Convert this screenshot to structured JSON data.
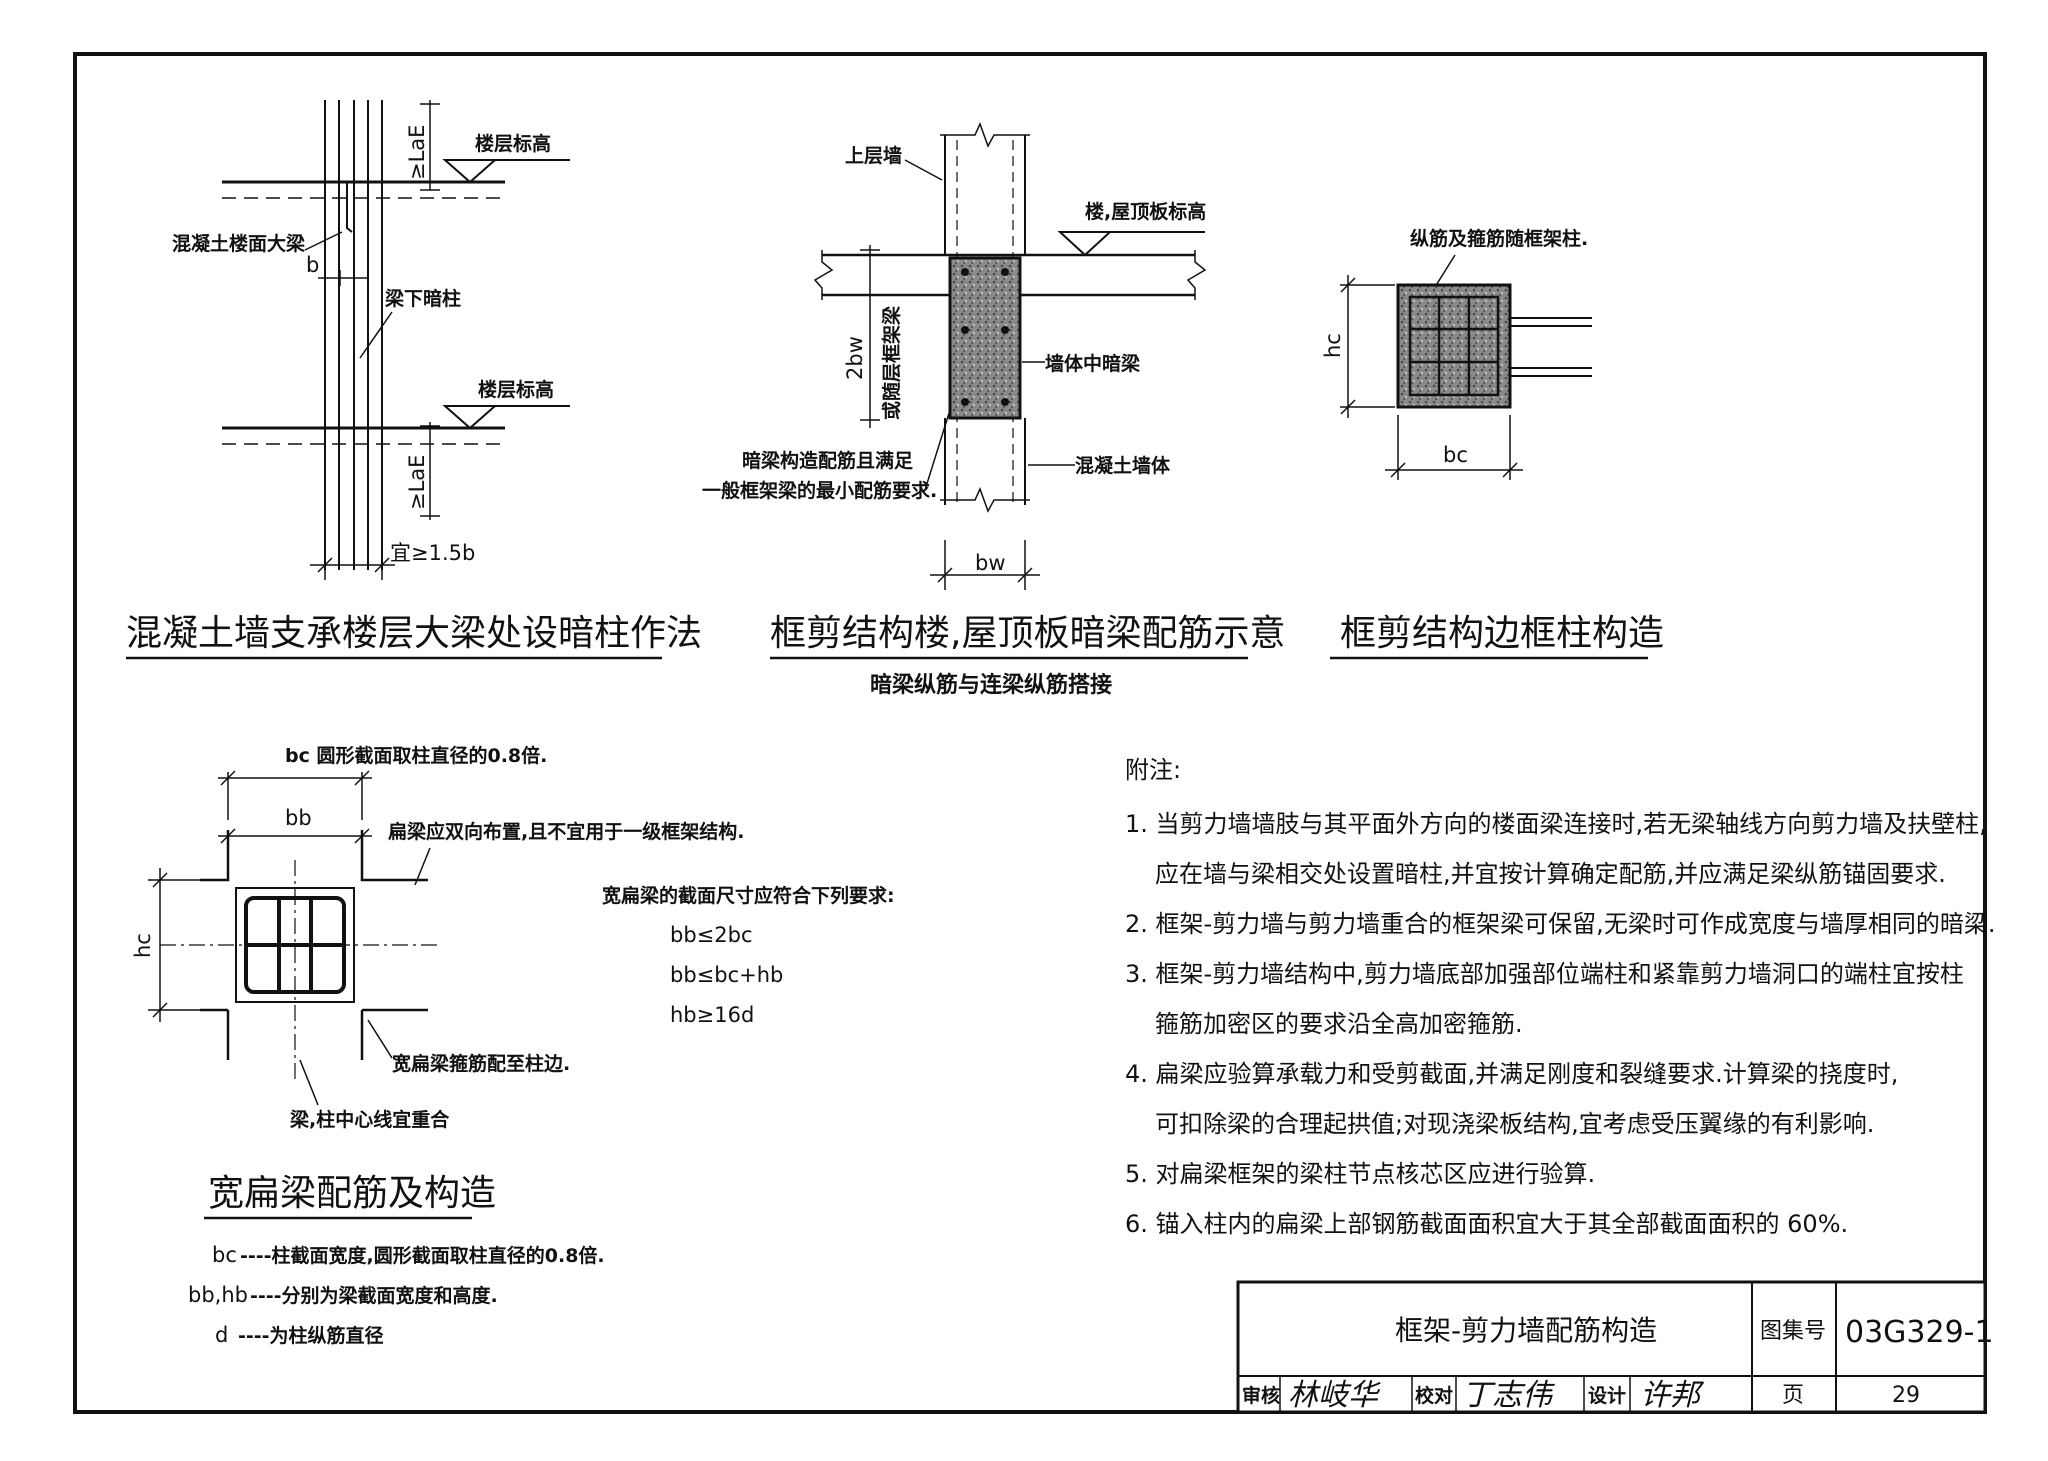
{
  "fig1": {
    "label_lae_top": "≥LaE",
    "label_floor_top": "楼层标高",
    "label_beam": "混凝土楼面大梁",
    "label_b": "b",
    "label_hidden_col": "梁下暗柱",
    "label_floor_bottom": "楼层标高",
    "label_lae_bottom": "≥LaE",
    "label_width": "宜≥1.5b",
    "title": "混凝土墙支承楼层大梁处设暗柱作法"
  },
  "fig2": {
    "label_upper_wall": "上层墙",
    "label_roof": "楼,屋顶板标高",
    "label_2bw": "2bw",
    "label_or_frame": "或随层框架梁",
    "label_hidden_beam": "墙体中暗梁",
    "label_note_line1": "暗梁构造配筋且满足",
    "label_note_line2": "一般框架梁的最小配筋要求.",
    "label_wall": "混凝土墙体",
    "label_bw": "bw",
    "title": "框剪结构楼,屋顶板暗梁配筋示意",
    "subtitle": "暗梁纵筋与连梁纵筋搭接"
  },
  "fig3": {
    "label_top": "纵筋及箍筋随框架柱.",
    "label_hc": "hc",
    "label_bc": "bc",
    "title": "框剪结构边框柱构造"
  },
  "fig4": {
    "label_bc": "bc 圆形截面取柱直径的0.8倍.",
    "label_bb": "bb",
    "label_bidirectional": "扁梁应双向布置,且不宜用于一级框架结构.",
    "label_hc": "hc",
    "label_stirrup": "宽扁梁箍筋配至柱边.",
    "label_center": "梁,柱中心线宜重合",
    "req_title": "宽扁梁的截面尺寸应符合下列要求:",
    "req1": "bb≤2bc",
    "req2": "bb≤bc+hb",
    "req3": "hb≥16d",
    "title": "宽扁梁配筋及构造",
    "legend": [
      {
        "sym": "bc",
        "text": "----柱截面宽度,圆形截面取柱直径的0.8倍."
      },
      {
        "sym": "bb,hb",
        "text": "----分别为梁截面宽度和高度."
      },
      {
        "sym": "d",
        "text": "----为柱纵筋直径"
      }
    ]
  },
  "notes": {
    "heading": "附注:",
    "items": [
      "1. 当剪力墙墙肢与其平面外方向的楼面梁连接时,若无梁轴线方向剪力墙及扶壁柱,",
      "应在墙与梁相交处设置暗柱,并宜按计算确定配筋,并应满足梁纵筋锚固要求.",
      "2. 框架-剪力墙与剪力墙重合的框架梁可保留,无梁时可作成宽度与墙厚相同的暗梁.",
      "3. 框架-剪力墙结构中,剪力墙底部加强部位端柱和紧靠剪力墙洞口的端柱宜按柱",
      "箍筋加密区的要求沿全高加密箍筋.",
      "4. 扁梁应验算承载力和受剪截面,并满足刚度和裂缝要求.计算梁的挠度时,",
      "可扣除梁的合理起拱值;对现浇梁板结构,宜考虑受压翼缘的有利影响.",
      "5. 对扁梁框架的梁柱节点核芯区应进行验算.",
      "6. 锚入柱内的扁梁上部钢筋截面面积宜大于其全部截面面积的 60%."
    ]
  },
  "titleblock": {
    "drawing_title": "框架-剪力墙配筋构造",
    "atlas_label": "图集号",
    "atlas_no": "03G329-1",
    "review_label": "审核",
    "reviewer": "林岐华",
    "check_label": "校对",
    "checker": "丁志伟",
    "design_label": "设计",
    "designer": "许邦",
    "page_label": "页",
    "page_no": "29"
  }
}
